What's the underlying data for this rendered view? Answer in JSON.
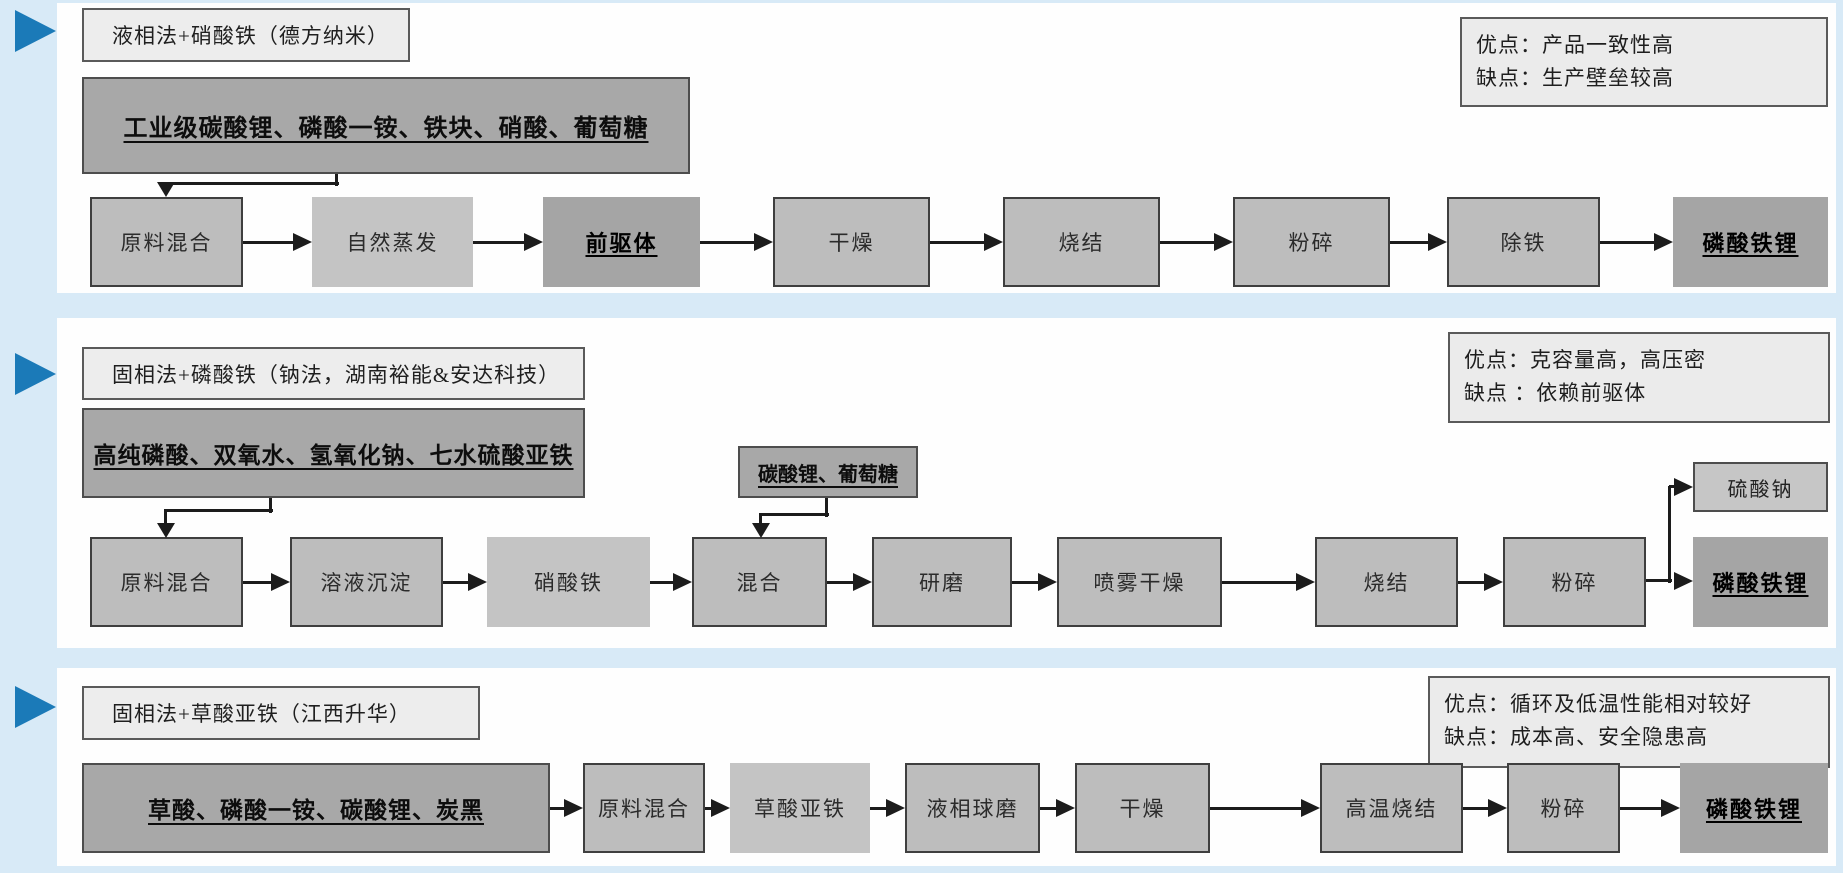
{
  "colors": {
    "background": "#d8eaf7",
    "panel": "#fefefe",
    "marker_blue": "#1b7ab8",
    "title_box": "#ededed",
    "raw_box": "#a8a8a8",
    "process_box": "#bdbdbd",
    "intermediate_box": "#c4c4c4",
    "product_box": "#a5a5a5",
    "pros_box": "#ebebeb",
    "line": "#1c1c1c"
  },
  "panels": [
    {
      "id": "liquid-phase-iron-nitrate",
      "title": "液相法+硝酸铁（德方纳米）",
      "materials": "工业级碳酸锂、磷酸一铵、铁块、硝酸、葡萄糖",
      "pros": "优点：产品一致性高",
      "cons": "缺点：生产壁垒较高",
      "flow": [
        {
          "label": "原料混合",
          "kind": "proc"
        },
        {
          "label": "自然蒸发",
          "kind": "light"
        },
        {
          "label": "前驱体",
          "kind": "dark"
        },
        {
          "label": "干燥",
          "kind": "proc"
        },
        {
          "label": "烧结",
          "kind": "proc"
        },
        {
          "label": "粉碎",
          "kind": "proc"
        },
        {
          "label": "除铁",
          "kind": "proc"
        },
        {
          "label": "磷酸铁锂",
          "kind": "dark"
        }
      ]
    },
    {
      "id": "solid-phase-iron-phosphate",
      "title": "固相法+磷酸铁（钠法，湖南裕能&安达科技）",
      "materials": "高纯磷酸、双氧水、氢氧化钠、七水硫酸亚铁",
      "additives": "碳酸锂、葡萄糖",
      "byproduct": "硫酸钠",
      "pros": "优点：克容量高，高压密",
      "cons": "缺点 ：依赖前驱体",
      "flow": [
        {
          "label": "原料混合",
          "kind": "proc"
        },
        {
          "label": "溶液沉淀",
          "kind": "proc"
        },
        {
          "label": "硝酸铁",
          "kind": "light"
        },
        {
          "label": "混合",
          "kind": "proc"
        },
        {
          "label": "研磨",
          "kind": "proc"
        },
        {
          "label": "喷雾干燥",
          "kind": "proc"
        },
        {
          "label": "烧结",
          "kind": "proc"
        },
        {
          "label": "粉碎",
          "kind": "proc"
        },
        {
          "label": "磷酸铁锂",
          "kind": "dark"
        }
      ]
    },
    {
      "id": "solid-phase-ferrous-oxalate",
      "title": "固相法+草酸亚铁（江西升华）",
      "materials": "草酸、磷酸一铵、碳酸锂、炭黑",
      "pros": "优点：循环及低温性能相对较好",
      "cons": "缺点：成本高、安全隐患高",
      "flow": [
        {
          "label": "原料混合",
          "kind": "proc"
        },
        {
          "label": "草酸亚铁",
          "kind": "light"
        },
        {
          "label": "液相球磨",
          "kind": "proc"
        },
        {
          "label": "干燥",
          "kind": "proc"
        },
        {
          "label": "高温烧结",
          "kind": "proc"
        },
        {
          "label": "粉碎",
          "kind": "proc"
        },
        {
          "label": "磷酸铁锂",
          "kind": "dark"
        }
      ]
    }
  ]
}
